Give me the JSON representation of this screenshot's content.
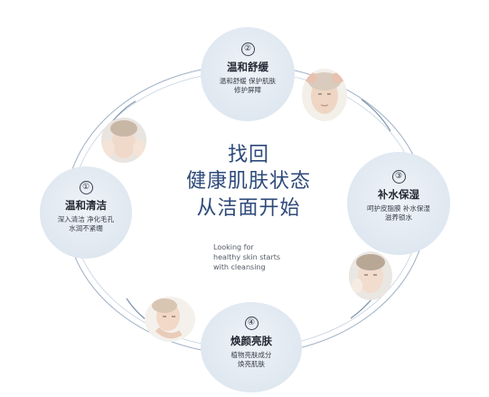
{
  "headline": {
    "line1": "找回",
    "line2": "健康肌肤状态",
    "line3": "从洁面开始"
  },
  "english": {
    "line1": "Looking for",
    "line2": "healthy skin starts",
    "line3": "with cleansing"
  },
  "steps": [
    {
      "num": "①",
      "title": "温和清洁",
      "desc1": "深入清洁 净化毛孔",
      "desc2": "水润不紧绷"
    },
    {
      "num": "②",
      "title": "温和舒缓",
      "desc1": "温和舒缓 保护肌肤",
      "desc2": "修护屏障"
    },
    {
      "num": "③",
      "title": "补水保湿",
      "desc1": "呵护皮脂膜 补水保湿",
      "desc2": "滋养锁水"
    },
    {
      "num": "④",
      "title": "焕颜亮肤",
      "desc1": "植物亮肤成分",
      "desc2": "焕亮肌肤"
    }
  ],
  "colors": {
    "headline": "#2e4a7a",
    "node_fill": "#dfe7f0",
    "ring": "#9fb0c6"
  }
}
